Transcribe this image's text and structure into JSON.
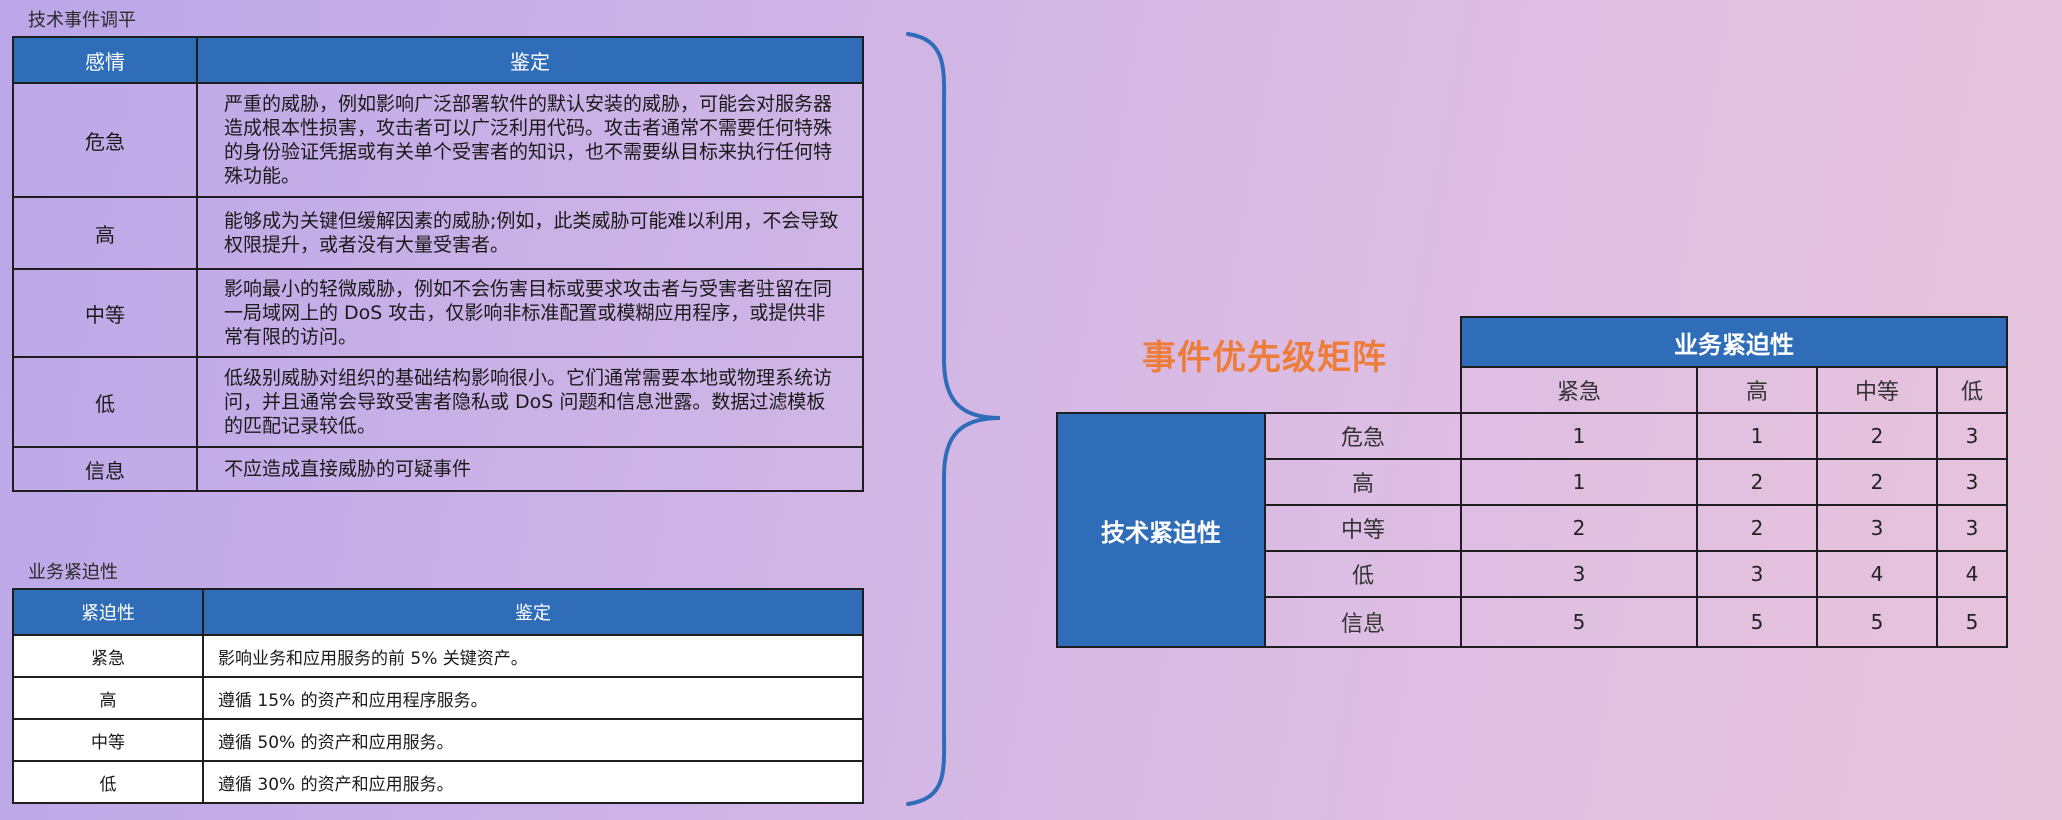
{
  "tech": {
    "caption": "技术事件调平",
    "headers": [
      "感情",
      "鉴定"
    ],
    "rows": [
      {
        "level": "危急",
        "desc": "严重的威胁，例如影响广泛部署软件的默认安装的威胁，可能会对服务器造成根本性损害，攻击者可以广泛利用代码。攻击者通常不需要任何特殊的身份验证凭据或有关单个受害者的知识，也不需要纵目标来执行任何特殊功能。"
      },
      {
        "level": "高",
        "desc": "能够成为关键但缓解因素的威胁;例如，此类威胁可能难以利用，不会导致权限提升，或者没有大量受害者。"
      },
      {
        "level": "中等",
        "desc": "影响最小的轻微威胁，例如不会伤害目标或要求攻击者与受害者驻留在同一局域网上的 DoS 攻击，仅影响非标准配置或模糊应用程序，或提供非常有限的访问。"
      },
      {
        "level": "低",
        "desc": "低级别威胁对组织的基础结构影响很小。它们通常需要本地或物理系统访问，并且通常会导致受害者隐私或 DoS 问题和信息泄露。数据过滤模板的匹配记录较低。"
      },
      {
        "level": "信息",
        "desc": "不应造成直接威胁的可疑事件"
      }
    ]
  },
  "biz": {
    "caption": "业务紧迫性",
    "headers": [
      "紧迫性",
      "鉴定"
    ],
    "rows": [
      {
        "level": "紧急",
        "desc": "影响业务和应用服务的前 5% 关键资产。"
      },
      {
        "level": "高",
        "desc": "遵循 15% 的资产和应用程序服务。"
      },
      {
        "level": "中等",
        "desc": "遵循 50% 的资产和应用服务。"
      },
      {
        "level": "低",
        "desc": "遵循 30% 的资产和应用服务。"
      }
    ]
  },
  "matrix": {
    "title": "事件优先级矩阵",
    "col_group": "业务紧迫性",
    "row_group": "技术紧迫性",
    "cols": [
      "紧急",
      "高",
      "中等",
      "低"
    ],
    "rows": [
      {
        "label": "危急",
        "values": [
          "1",
          "1",
          "2",
          "3"
        ]
      },
      {
        "label": "高",
        "values": [
          "1",
          "2",
          "2",
          "3"
        ]
      },
      {
        "label": "中等",
        "values": [
          "2",
          "2",
          "3",
          "3"
        ]
      },
      {
        "label": "低",
        "values": [
          "3",
          "3",
          "4",
          "4"
        ]
      },
      {
        "label": "信息",
        "values": [
          "5",
          "5",
          "5",
          "5"
        ]
      }
    ]
  },
  "colors": {
    "header_blue": "#2f6db8",
    "title_orange": "#ee7d3a",
    "brace_blue": "#2f6db8"
  }
}
